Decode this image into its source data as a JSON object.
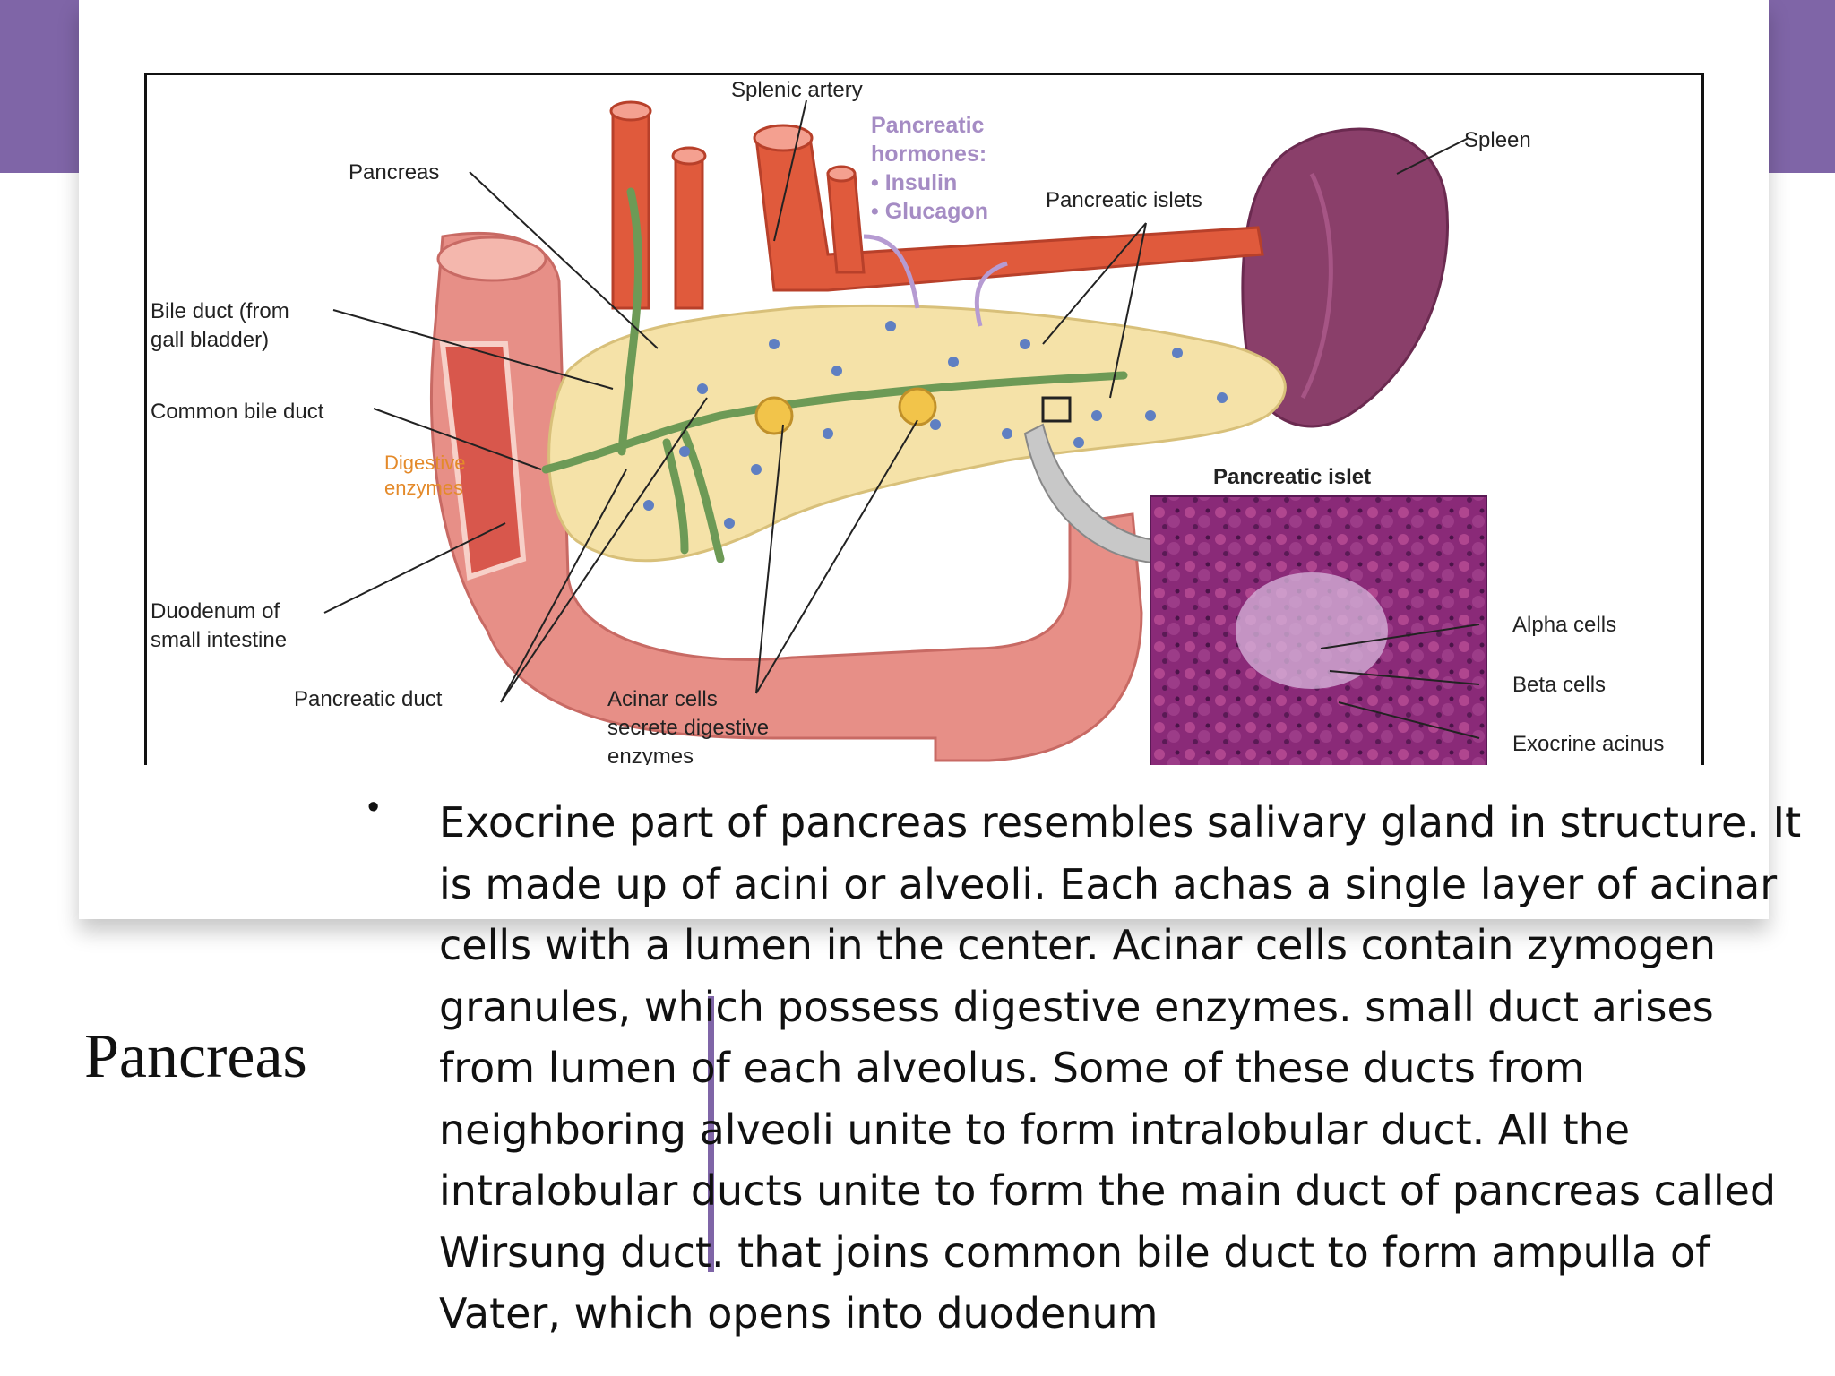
{
  "figure": {
    "labels": {
      "splenic_artery": "Splenic artery",
      "pancreas": "Pancreas",
      "hormones_title_1": "Pancreatic",
      "hormones_title_2": "hormones:",
      "hormone_insulin": "• Insulin",
      "hormone_glucagon": "• Glucagon",
      "pancreatic_islets": "Pancreatic islets",
      "spleen": "Spleen",
      "bile_duct_1": "Bile duct (from",
      "bile_duct_2": "gall bladder)",
      "common_bile_duct": "Common bile duct",
      "digestive_1": "Digestive",
      "digestive_2": "enzymes",
      "duodenum_1": "Duodenum of",
      "duodenum_2": "small intestine",
      "pancreatic_duct": "Pancreatic duct",
      "acinar_1": "Acinar cells",
      "acinar_2": "secrete digestive",
      "acinar_3": "enzymes",
      "islet_inset_title": "Pancreatic islet",
      "alpha_cells": "Alpha cells",
      "beta_cells": "Beta cells",
      "exocrine_acinus": "Exocrine acinus"
    }
  },
  "slide": {
    "title": "Pancreas",
    "bullet": "Exocrine part of pancreas resembles salivary gland in structure. It is made up of acini or alveoli. Each achas a single layer of acinar cells with a lumen in the center. Acinar cells contain zymogen granules, which possess digestive enzymes. small duct arises from lumen of each alveolus. Some of these ducts from neighboring alveoli unite to form intralobular duct. All the intralobular ducts unite to form the main duct of pancreas called Wirsung duct. that joins common bile duct to form ampulla of Vater, which opens into duodenum"
  }
}
